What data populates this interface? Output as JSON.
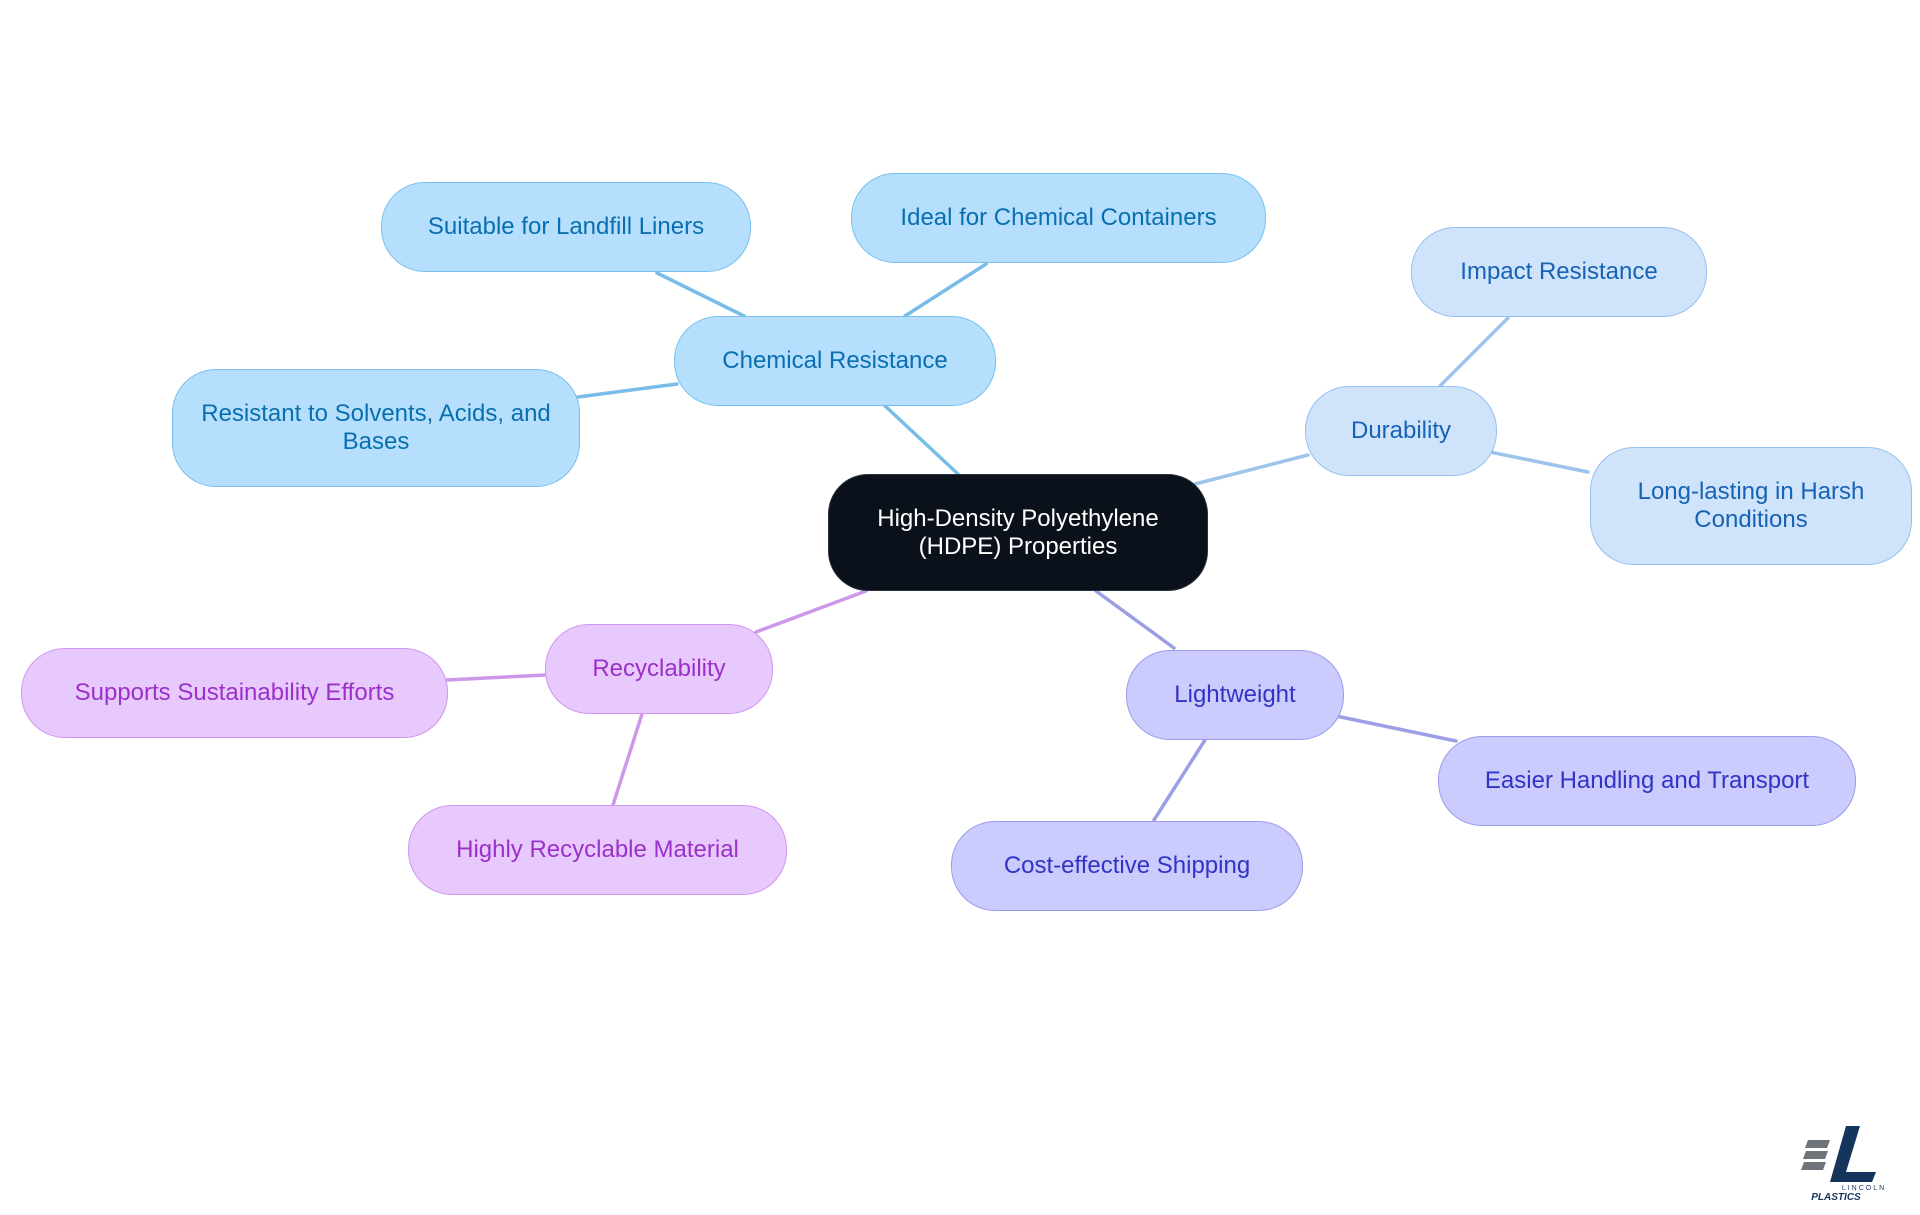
{
  "diagram": {
    "root": {
      "label": "High-Density Polyethylene (HDPE) Properties"
    },
    "branches": [
      {
        "key": "chem",
        "label": "Chemical Resistance",
        "color": "#78bde8",
        "children": [
          "Suitable for Landfill Liners",
          "Ideal for Chemical Containers",
          "Resistant to Solvents, Acids, and Bases"
        ]
      },
      {
        "key": "dur",
        "label": "Durability",
        "color": "#9cc4ec",
        "children": [
          "Impact Resistance",
          "Long-lasting in Harsh Conditions"
        ]
      },
      {
        "key": "light",
        "label": "Lightweight",
        "color": "#9d9fe6",
        "children": [
          "Easier Handling and Transport",
          "Cost-effective Shipping"
        ]
      },
      {
        "key": "recy",
        "label": "Recyclability",
        "color": "#cd98e9",
        "children": [
          "Supports Sustainability Efforts",
          "Highly Recyclable Material"
        ]
      }
    ]
  },
  "logo": {
    "name": "lincoln-plastics-logo",
    "text_top": "LINCOLN",
    "text_bottom": "PLASTICS",
    "colors": {
      "primary": "#16355c",
      "secondary": "#6f737a"
    }
  }
}
